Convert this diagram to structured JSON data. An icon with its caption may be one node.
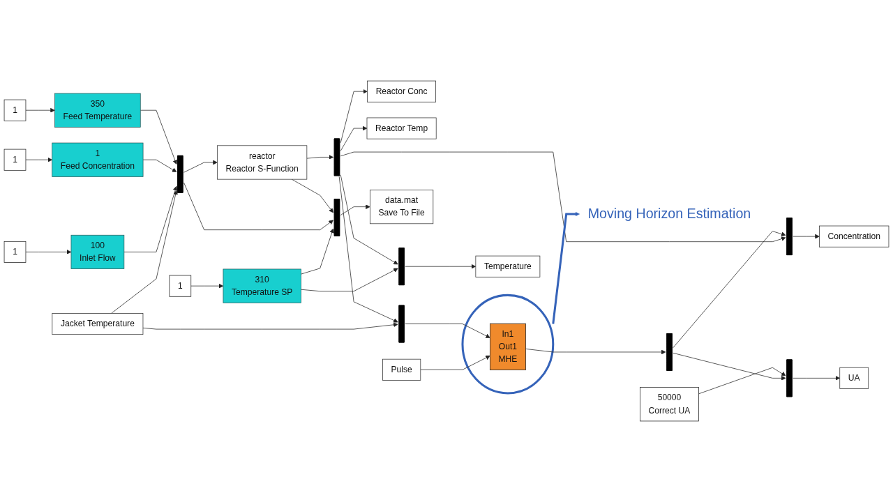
{
  "diagram": {
    "nodes": [
      {
        "text": [
          "1"
        ]
      },
      {
        "text": [
          "310",
          "Temperature SP"
        ]
      },
      {
        "text": [
          "Jacket Temperature"
        ]
      },
      {
        "text": [
          "1"
        ]
      },
      {
        "text": [
          "100",
          "Inlet Flow"
        ]
      },
      {
        "text": [
          "1"
        ]
      },
      {
        "text": [
          "1",
          "Feed Concentration"
        ]
      },
      {
        "text": [
          "1"
        ]
      },
      {
        "text": [
          "350",
          "Feed Temperature"
        ]
      },
      {
        "text": [],
        "shape": "bar"
      },
      {
        "text": [],
        "shape": "bar"
      },
      {
        "text": [
          "data.mat",
          "Save To File"
        ]
      },
      {
        "text": [
          "reactor",
          "Reactor S-Function"
        ]
      },
      {
        "text": [],
        "shape": "bar"
      },
      {
        "text": [],
        "shape": "bar"
      },
      {
        "text": [
          "Temperature"
        ]
      },
      {
        "text": [
          "Reactor Temp"
        ]
      },
      {
        "text": [
          "Reactor Conc"
        ]
      },
      {
        "text": [],
        "shape": "bar"
      },
      {
        "text": [
          "Concentration"
        ]
      },
      {
        "text": [
          "Pulse"
        ]
      },
      {
        "text": [],
        "shape": "bar"
      },
      {
        "text": [],
        "shape": "circle"
      },
      {
        "text": [
          "In1",
          "Out1",
          "MHE"
        ],
        "in": 22
      },
      {
        "text": [],
        "shape": "bar"
      },
      {
        "text": [],
        "shape": "bar"
      },
      {
        "text": [
          "50000",
          "Correct UA"
        ]
      },
      {
        "text": [
          "UA"
        ]
      },
      {
        "text": [
          "Moving Horizon Estimation"
        ]
      }
    ],
    "edges": [
      {
        "from": 0,
        "to": 1,
        "arrow": "to"
      },
      {
        "from": 1,
        "to": 10,
        "arrow": "to"
      },
      {
        "from": 1,
        "to": 14,
        "arrow": "to"
      },
      {
        "from": 2,
        "to": 9,
        "arrow": "to"
      },
      {
        "from": 2,
        "to": 21,
        "arrow": "to"
      },
      {
        "from": 3,
        "to": 4,
        "arrow": "to"
      },
      {
        "from": 4,
        "to": 9,
        "arrow": "to"
      },
      {
        "from": 5,
        "to": 6,
        "arrow": "to"
      },
      {
        "from": 6,
        "to": 9,
        "arrow": "to"
      },
      {
        "from": 7,
        "to": 8,
        "arrow": "to"
      },
      {
        "from": 8,
        "to": 9,
        "arrow": "to"
      },
      {
        "from": 9,
        "to": 12,
        "arrow": "to"
      },
      {
        "from": 9,
        "to": 10,
        "arrow": "to"
      },
      {
        "from": 10,
        "to": 11,
        "arrow": "to"
      },
      {
        "from": 12,
        "to": 13,
        "arrow": "to"
      },
      {
        "from": 12,
        "to": 10,
        "arrow": "to"
      },
      {
        "from": 13,
        "to": 14,
        "arrow": "to"
      },
      {
        "from": 13,
        "to": 16,
        "arrow": "to"
      },
      {
        "from": 13,
        "to": 21,
        "arrow": "to"
      },
      {
        "from": 13,
        "to": 17,
        "arrow": "to"
      },
      {
        "from": 13,
        "to": 18,
        "arrow": "to"
      },
      {
        "from": 14,
        "to": 15,
        "arrow": "to"
      },
      {
        "from": 18,
        "to": 19,
        "arrow": "to"
      },
      {
        "from": 20,
        "to": 23,
        "arrow": "to"
      },
      {
        "from": 21,
        "to": 23,
        "arrow": "to"
      },
      {
        "from": 23,
        "to": 24,
        "arrow": "to"
      },
      {
        "from": 24,
        "to": 18,
        "arrow": "to"
      },
      {
        "from": 24,
        "to": 25,
        "arrow": "to"
      },
      {
        "from": 26,
        "to": 25,
        "arrow": "to"
      },
      {
        "from": 25,
        "to": 27,
        "arrow": "to"
      },
      {
        "from": 22,
        "to": 28,
        "arrow": "to",
        "style": "thick",
        "color": "#3563b9"
      }
    ]
  }
}
